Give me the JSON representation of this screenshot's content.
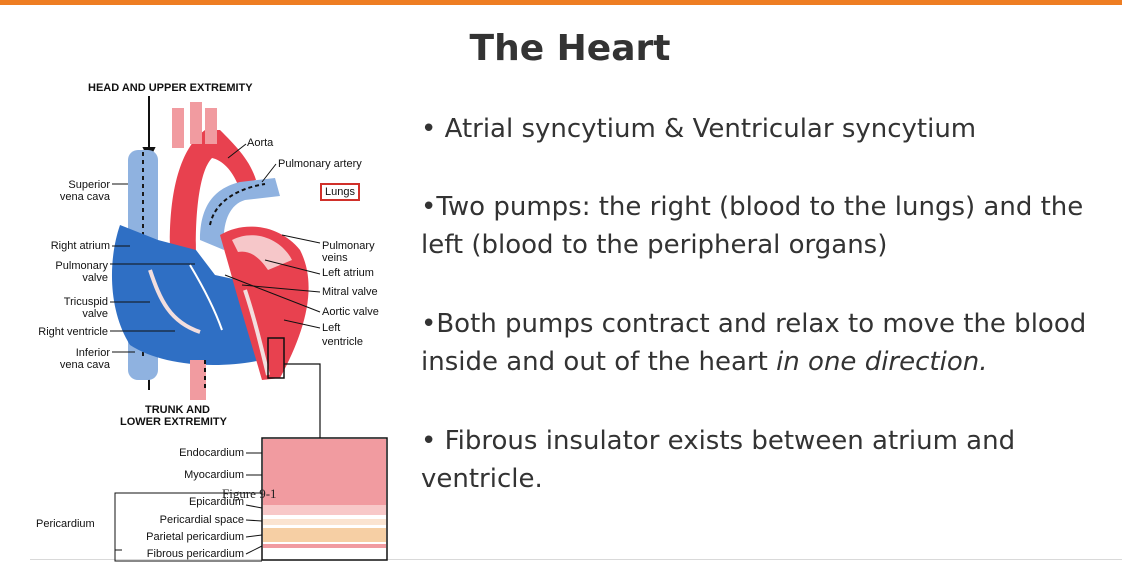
{
  "slide": {
    "title": "The Heart",
    "bullets": [
      {
        "prefix": "•",
        "text": "Atrial syncytium & Ventricular syncytium"
      },
      {
        "prefix": "•",
        "text": "Two pumps: the right (blood to the lungs) and the left (blood to the peripheral organs)"
      },
      {
        "prefix": "•",
        "text": "Both pumps contract and relax to move the blood inside and out of the heart ",
        "emphasis": "in one direction."
      },
      {
        "prefix": "•",
        "text": "Fibrous insulator exists between atrium and ventricle."
      }
    ],
    "accent_color": "#ee7d22"
  },
  "figure": {
    "caption": "Figure 9-1",
    "labels": {
      "head": "HEAD AND UPPER EXTREMITY",
      "trunk1": "TRUNK AND",
      "trunk2": "LOWER EXTREMITY",
      "aorta": "Aorta",
      "pulmonary_artery": "Pulmonary artery",
      "lungs": "Lungs",
      "superior1": "Superior",
      "superior2": "vena cava",
      "right_atrium": "Right atrium",
      "pulm_valve1": "Pulmonary",
      "pulm_valve2": "valve",
      "tricuspid1": "Tricuspid",
      "tricuspid2": "valve",
      "right_ventricle": "Right ventricle",
      "inferior1": "Inferior",
      "inferior2": "vena cava",
      "pulm_veins1": "Pulmonary",
      "pulm_veins2": "veins",
      "left_atrium": "Left atrium",
      "mitral": "Mitral valve",
      "aortic": "Aortic valve",
      "left_ventricle1": "Left",
      "left_ventricle2": "ventricle",
      "endocardium": "Endocardium",
      "myocardium": "Myocardium",
      "epicardium": "Epicardium",
      "pericardial_space": "Pericardial space",
      "parietal": "Parietal pericardium",
      "fibrous": "Fibrous pericardium",
      "pericardium": "Pericardium"
    },
    "colors": {
      "oxygenated": "#e8414f",
      "deoxygenated": "#2f6fc4",
      "vessel_pink": "#f19ba0",
      "vein_blue": "#8fb2e0"
    }
  }
}
